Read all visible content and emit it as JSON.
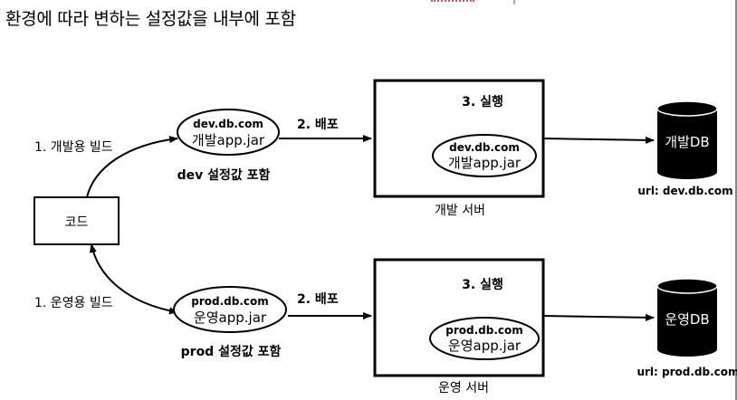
{
  "title": "환경에 따라 변하는 설정값을 내부에 포함",
  "code_box": {
    "label": "코드"
  },
  "dev": {
    "build_label": "1. 개발용 빌드",
    "artifact_url": "dev.db.com",
    "artifact_name": "개발app.jar",
    "artifact_caption": "dev 설정값 포함",
    "deploy_label": "2. 배포",
    "run_label": "3. 실행",
    "server_artifact_url": "dev.db.com",
    "server_artifact_name": "개발app.jar",
    "server_caption": "개발 서버",
    "db_label": "개발DB",
    "db_url": "url: dev.db.com"
  },
  "prod": {
    "build_label": "1. 운영용 빌드",
    "artifact_url": "prod.db.com",
    "artifact_name": "운영app.jar",
    "artifact_caption": "prod 설정값 포함",
    "deploy_label": "2. 배포",
    "run_label": "3. 실행",
    "server_artifact_url": "prod.db.com",
    "server_artifact_name": "운영app.jar",
    "server_caption": "운영 서버",
    "db_label": "운영DB",
    "db_url": "url: prod.db.com"
  },
  "colors": {
    "line": "#000000",
    "db_fill": "#000000",
    "db_text": "#ffffff",
    "background": "#ffffff"
  }
}
